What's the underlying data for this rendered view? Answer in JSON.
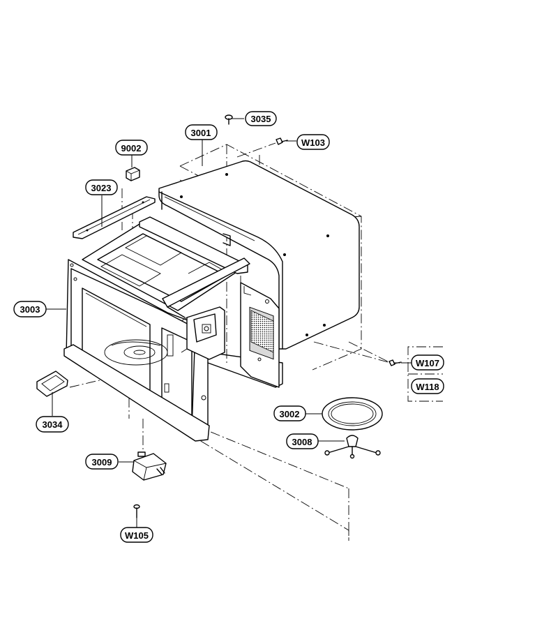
{
  "diagram": {
    "callouts": {
      "c3035": "3035",
      "c3001": "3001",
      "cW103": "W103",
      "c9002": "9002",
      "c3023": "3023",
      "c3003": "3003",
      "cW107": "W107",
      "cW118": "W118",
      "c3002": "3002",
      "c3034": "3034",
      "c3008": "3008",
      "c3009": "3009",
      "cW105": "W105"
    }
  }
}
